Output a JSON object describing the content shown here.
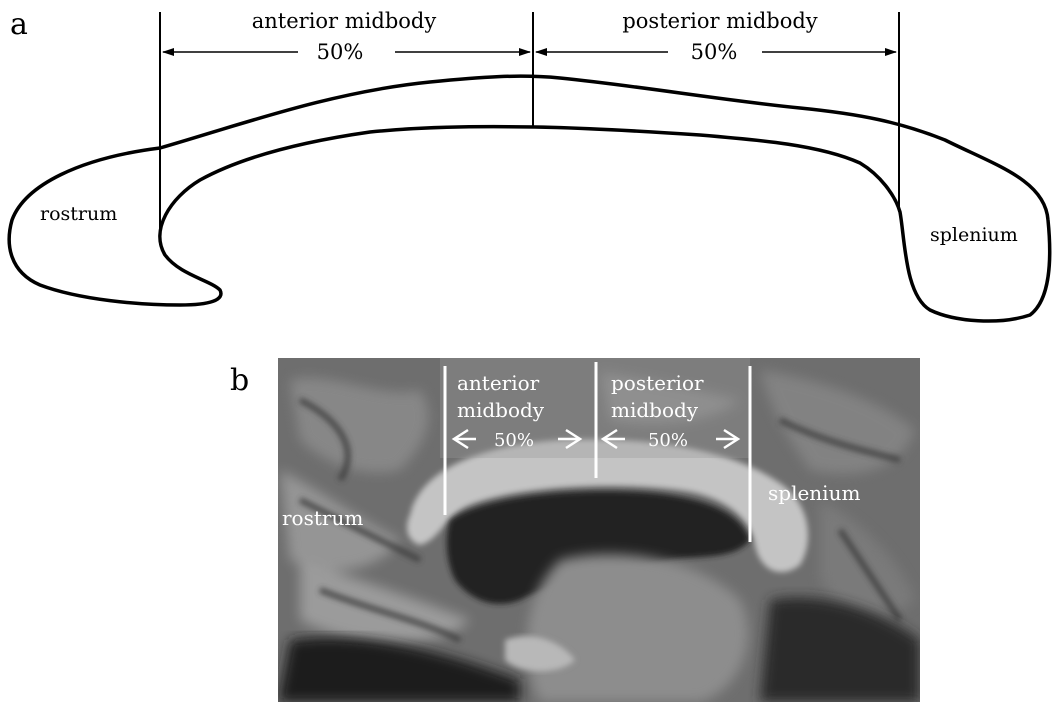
{
  "panel_a": {
    "panel_label": "a",
    "anterior_label": "anterior midbody",
    "anterior_pct": "50%",
    "posterior_label": "posterior midbody",
    "posterior_pct": "50%",
    "rostrum_label": "rostrum",
    "splenium_label": "splenium"
  },
  "panel_b": {
    "panel_label": "b",
    "anterior_label_line1": "anterior",
    "anterior_label_line2": "midbody",
    "anterior_pct": "50%",
    "posterior_label_line1": "posterior",
    "posterior_label_line2": "midbody",
    "posterior_pct": "50%",
    "rostrum_label": "rostrum",
    "splenium_label": "splenium"
  },
  "colors": {
    "outline": "#000000",
    "mri_dark": "#2b2b2b",
    "mri_gray": "#6a6a6a",
    "mri_light": "#bdbdbd",
    "annotation_white": "#ffffff"
  }
}
